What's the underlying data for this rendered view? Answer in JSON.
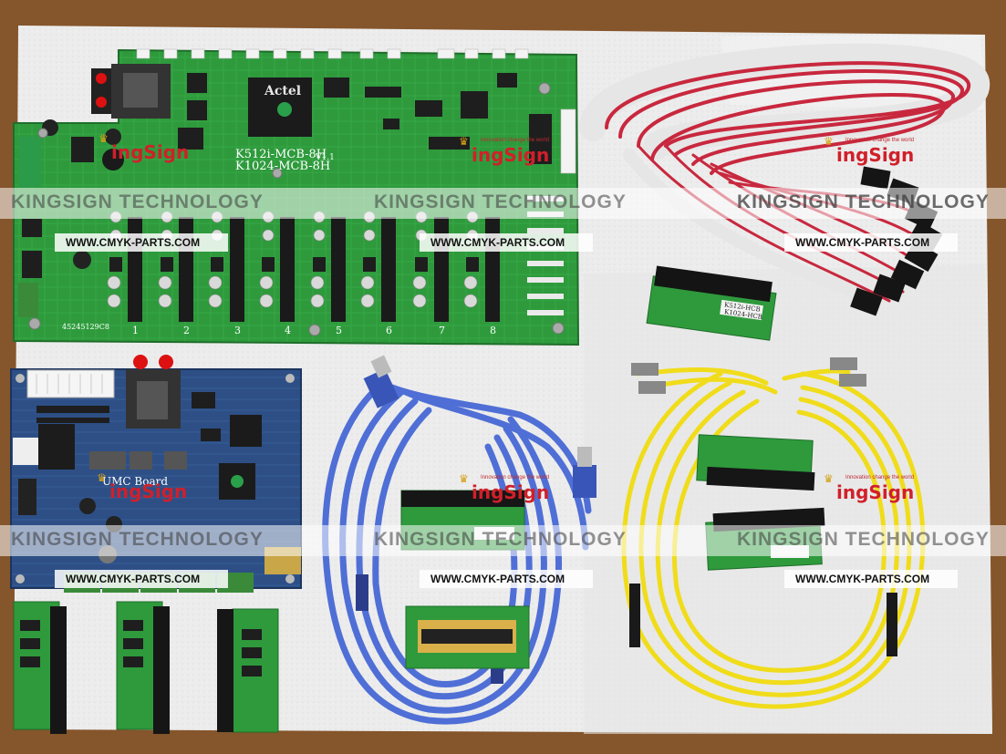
{
  "watermark": {
    "brand_text": "KINGSIGN TECHNOLOGY",
    "url": "WWW.CMYK-PARTS.COM"
  },
  "logo": {
    "brand": "ingSign",
    "tagline": "Innovation change the world"
  },
  "main_board": {
    "label_line1": "K512i-MCB-8H",
    "label_line2": "K1024-MCB-8H",
    "version": "V1.1",
    "serial": "45245129C8",
    "chip_brand": "Actel",
    "slot_numbers": [
      "1",
      "2",
      "3",
      "4",
      "5",
      "6",
      "7",
      "8"
    ]
  },
  "umc_board": {
    "label": "UMC Board"
  },
  "adapter_board": {
    "label_line1": "K512i-HCB",
    "label_line2": "K1024-HCB"
  },
  "colors": {
    "green_pcb": "#2e9a3c",
    "blue_pcb": "#2d4f86",
    "ribbon_red": "#c8283e",
    "usb_blue": "#4f6fd6",
    "fiber_yellow": "#f0dc1a",
    "foam": "#eeeeee",
    "table": "#8a5a2e"
  }
}
